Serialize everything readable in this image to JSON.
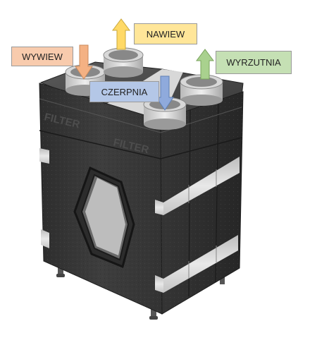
{
  "labels": {
    "wywiew": {
      "text": "WYWIEW",
      "color": "#f8cbad",
      "arrow_color": "#f4b183",
      "arrow_direction": "down"
    },
    "nawiew": {
      "text": "NAWIEW",
      "color": "#ffe699",
      "arrow_color": "#ffd966",
      "arrow_direction": "up"
    },
    "czerpnia": {
      "text": "CZERPNIA",
      "color": "#b4c7e7",
      "arrow_color": "#8faadc",
      "arrow_direction": "down"
    },
    "wyrzutnia": {
      "text": "WYRZUTNIA",
      "color": "#c5e0b4",
      "arrow_color": "#a9d18e",
      "arrow_direction": "up"
    }
  },
  "unit": {
    "embossed_text_left": "FILTER",
    "embossed_text_right": "FILTER",
    "body_color": "#3a3a3a",
    "band_color": "#d4d4d4"
  }
}
